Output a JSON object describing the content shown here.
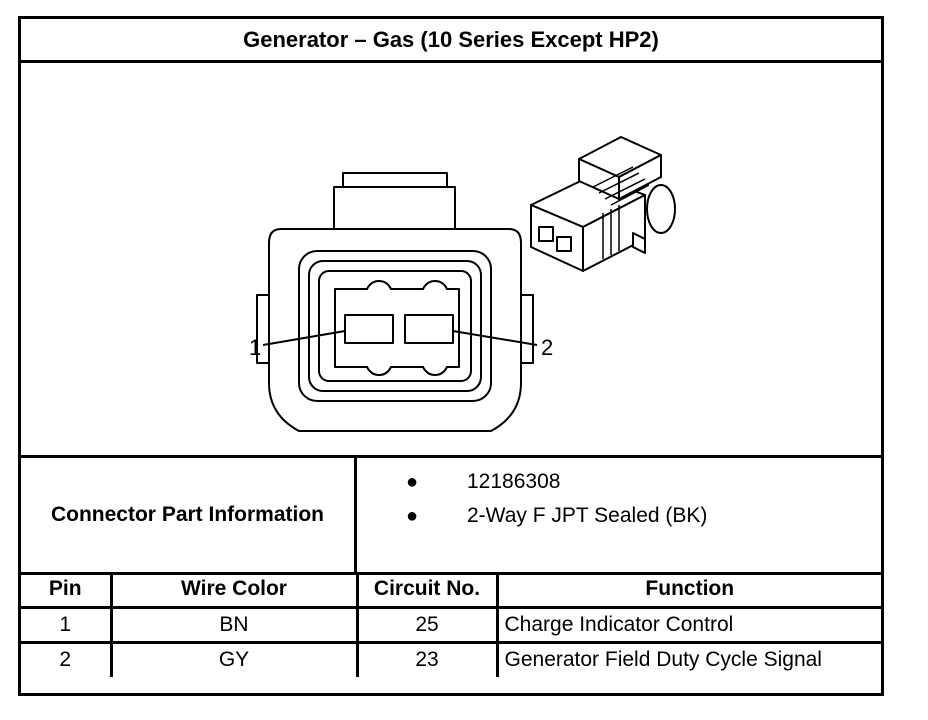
{
  "title": "Generator – Gas (10 Series Except HP2)",
  "figure": {
    "pin_labels": [
      "1",
      "2"
    ]
  },
  "connector_info": {
    "label": "Connector Part Information",
    "items": [
      "12186308",
      "2-Way F JPT Sealed (BK)"
    ]
  },
  "pin_table": {
    "headers": [
      "Pin",
      "Wire Color",
      "Circuit No.",
      "Function"
    ],
    "rows": [
      {
        "pin": "1",
        "wire_color": "BN",
        "circuit": "25",
        "function": "Charge Indicator Control"
      },
      {
        "pin": "2",
        "wire_color": "GY",
        "circuit": "23",
        "function": "Generator Field Duty Cycle Signal"
      }
    ]
  }
}
